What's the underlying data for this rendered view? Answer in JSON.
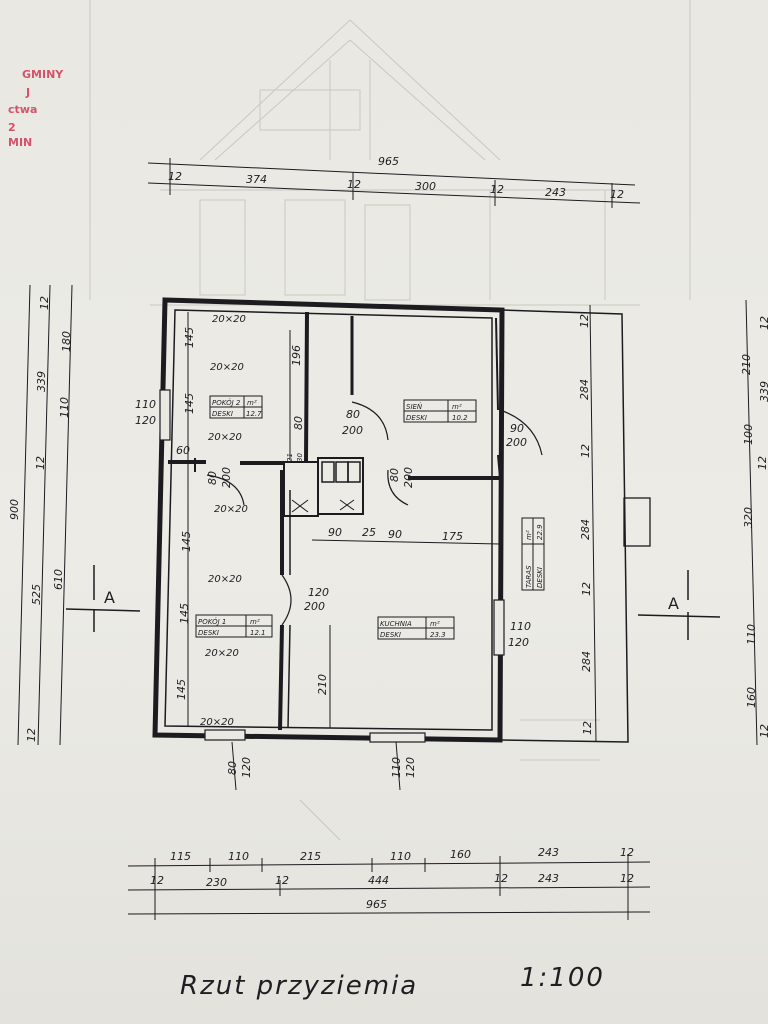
{
  "stamp": {
    "lines": [
      "GMINY",
      "J",
      "ctwa",
      "2",
      "MIN"
    ]
  },
  "title": {
    "text": "Rzut przyziemia",
    "scale": "1:100"
  },
  "top_dims": {
    "overall": "965",
    "segments": [
      "12",
      "374",
      "12",
      "300",
      "12",
      "243",
      "12"
    ]
  },
  "bottom_dims": {
    "row1": [
      "115",
      "110",
      "215",
      "110",
      "160",
      "243",
      "12"
    ],
    "row2": [
      "12",
      "230",
      "12",
      "444",
      "12",
      "243",
      "12"
    ],
    "overall": "965"
  },
  "left_dims": {
    "col_outer": [
      "900"
    ],
    "col_mid": [
      "12",
      "339",
      "12",
      "525",
      "12"
    ],
    "col_inner": [
      "180",
      "110",
      "610"
    ],
    "col_wall": [
      "110",
      "120"
    ]
  },
  "right_dims": {
    "col_outer": [
      "12",
      "210",
      "339",
      "100",
      "12",
      "320",
      "110",
      "160",
      "12"
    ],
    "col_terrace": [
      "12",
      "284",
      "12",
      "284",
      "12",
      "284",
      "12"
    ]
  },
  "rooms": [
    {
      "name": "POKÓJ 2",
      "unit": "m²",
      "finish": "DESKI",
      "area": "12.7"
    },
    {
      "name": "SIEŃ",
      "unit": "m²",
      "finish": "DESKI",
      "area": "10.2"
    },
    {
      "name": "POKÓJ 1",
      "unit": "m²",
      "finish": "DESKI",
      "area": "12.1"
    },
    {
      "name": "KUCHNIA",
      "unit": "m²",
      "finish": "DESKI",
      "area": "23.3"
    },
    {
      "name": "TARAS",
      "unit": "m²",
      "finish": "DESKI",
      "area": "22.9"
    }
  ],
  "openings": {
    "vents": [
      "20×20",
      "20×20",
      "20×20",
      "20×20",
      "20×20",
      "20×20",
      "20×20"
    ],
    "door_sien": [
      "80",
      "200"
    ],
    "door_taras": [
      "90",
      "200"
    ],
    "door_pokoj2": [
      "80",
      "200"
    ],
    "door_kuchnia_sien": [
      "80",
      "200"
    ],
    "door_pokoj1": [
      "120",
      "200"
    ],
    "window_kuchnia": [
      "110",
      "120"
    ],
    "window_bottom_left": [
      "80",
      "120"
    ],
    "window_bottom_mid": [
      "110",
      "120"
    ],
    "window_left": [
      "110",
      "120"
    ],
    "chimney_dims": [
      "90",
      "25",
      "90",
      "175"
    ],
    "inner_dims": [
      "145",
      "145",
      "145",
      "145",
      "145",
      "196",
      "80",
      "60",
      "210",
      "21",
      "30"
    ]
  },
  "section_marks": [
    "A",
    "A"
  ]
}
